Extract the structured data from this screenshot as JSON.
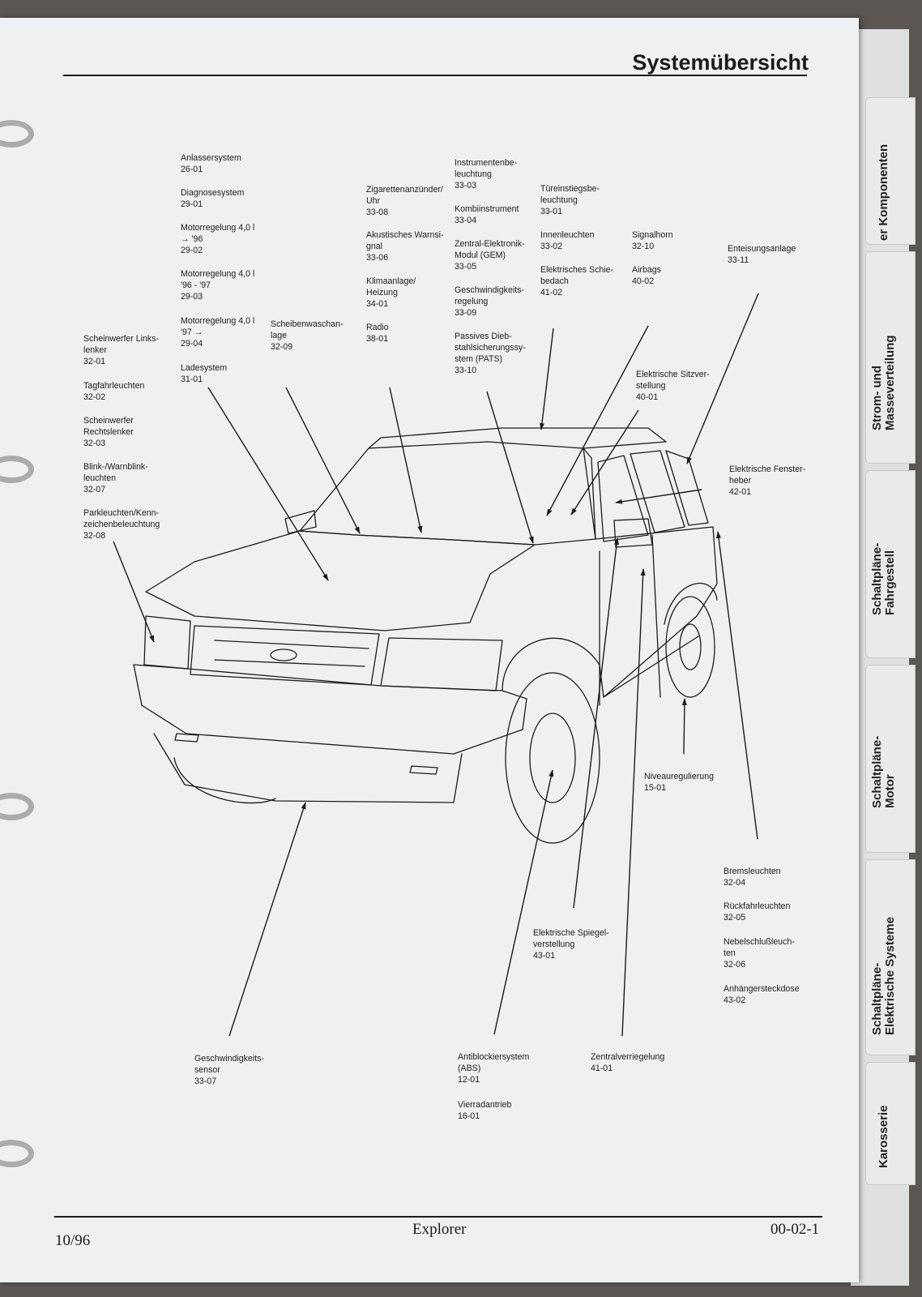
{
  "header": {
    "title": "Systemübersicht"
  },
  "tabs": [
    {
      "label": "er Komponenten"
    },
    {
      "label": "Strom- und\nMasseverteilung"
    },
    {
      "label": "Schaltpläne-\nFahrgestell"
    },
    {
      "label": "Schaltpläne-\nMotor"
    },
    {
      "label": "Schaltpläne-\nElektrische Systeme"
    },
    {
      "label": "Karosserie"
    }
  ],
  "labels": [
    {
      "text": "Anlassersystem\n26-01"
    },
    {
      "text": "Diagnosesystem\n29-01"
    },
    {
      "text": "Motorregelung 4,0 l\n→ '96\n29-02"
    },
    {
      "text": "Motorregelung 4,0 l\n'96 - '97\n29-03"
    },
    {
      "text": "Motorregelung 4,0 l\n'97 →\n29-04"
    },
    {
      "text": "Ladesystem\n31-01"
    },
    {
      "text": "Scheinwerfer Links-\nlenker\n32-01"
    },
    {
      "text": "Tagfahrleuchten\n32-02"
    },
    {
      "text": "Scheinwerfer\nRechtslenker\n32-03"
    },
    {
      "text": "Blink-/Warnblink-\nleuchten\n32-07"
    },
    {
      "text": "Parkleuchten/Kenn-\nzeichenbeleuchtung\n32-08"
    },
    {
      "text": "Scheibenwaschan-\nlage\n32-09"
    },
    {
      "text": "Zigarettenanzünder/\nUhr\n33-08"
    },
    {
      "text": "Akustisches Warnsi-\ngnal\n33-06"
    },
    {
      "text": "Klimaanlage/\nHeizung\n34-01"
    },
    {
      "text": "Radio\n38-01"
    },
    {
      "text": "Instrumentenbe-\nleuchtung\n33-03"
    },
    {
      "text": "Kombiinstrument\n33-04"
    },
    {
      "text": "Zentral-Elektronik-\nModul (GEM)\n33-05"
    },
    {
      "text": "Geschwindigkeits-\nregelung\n33-09"
    },
    {
      "text": "Passives Dieb-\nstahlsicherungssy-\nstem (PATS)\n33-10"
    },
    {
      "text": "Türeinstiegsbe-\nleuchtung\n33-01"
    },
    {
      "text": "Innenleuchten\n33-02"
    },
    {
      "text": "Elektrisches Schie-\nbedach\n41-02"
    },
    {
      "text": "Signalhorn\n32-10"
    },
    {
      "text": "Airbags\n40-02"
    },
    {
      "text": "Enteisungsanlage\n33-11"
    },
    {
      "text": "Elektrische Sitzver-\nstellung\n40-01"
    },
    {
      "text": "Elektrische Fenster-\nheber\n42-01"
    },
    {
      "text": "Niveauregulierung\n15-01"
    },
    {
      "text": "Bremsleuchten\n32-04"
    },
    {
      "text": "Rückfahrleuchten\n32-05"
    },
    {
      "text": "Nebelschlußleuch-\nten\n32-06"
    },
    {
      "text": "Anhängersteckdose\n43-02"
    },
    {
      "text": "Elektrische Spiegel-\nverstellung\n43-01"
    },
    {
      "text": "Geschwindigkeits-\nsensor\n33-07"
    },
    {
      "text": "Antiblockiersystem\n(ABS)\n12-01"
    },
    {
      "text": "Vierradantrieb\n16-01"
    },
    {
      "text": "Zentralverriegelung\n41-01"
    }
  ],
  "footer": {
    "left": "10/96",
    "center": "Explorer",
    "right": "00-02-1"
  }
}
